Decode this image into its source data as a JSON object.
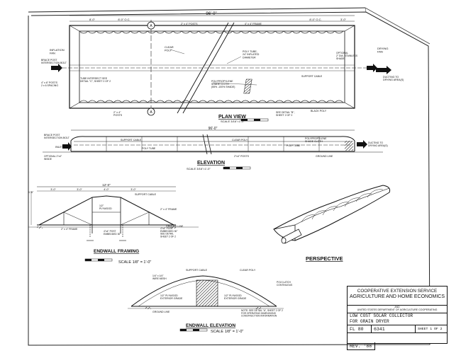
{
  "plan": {
    "overall_dim": "96'-0\"",
    "dim_a": "8'-0\"",
    "dim_b": "8'-0\" O.C.",
    "dim_c": "2\" x 4\" POSTS",
    "dim_d": "4\" x 4\" FRAME",
    "dim_e": "8'-0\" O.C.",
    "dim_f": "3'-0\"",
    "inflation_fan": "INFLATION\nFAN",
    "brace_post": "BRACE POST\nINTERSECTION BOLT",
    "frame_note": "4\" x 6\" POSTS\n2 x 6 SPACING",
    "clear_poly": "CLEAR\nPOLY",
    "poly_tube": "POLY TUBE,\n24\" INFLATED\nDIAMETER",
    "optional": "OPTIONAL\n2\" DIA. STAINLESS\nSHADE",
    "drying_fan": "DRYING\nFAN",
    "ducting": "DUCTING TO\nDRYING AREA(S)",
    "tube_note": "TUBE INTERSECT SEE\nDETAIL \"C\", SHEET 2 OF 2",
    "shade_cloth": "POLYPROPYLENE\nSHADE CLOTH\n(55% -100% SHADE)",
    "support_cable": "SUPPORT CABLE",
    "posts": "2\" x 4\"\nPOSTS",
    "see_detail": "SEE DETAIL \"B\",\nSHEET 2 OF 2",
    "black_poly": "BLACK POLY",
    "marker_a": "A",
    "marker_b": "A",
    "title": "PLAN VIEW",
    "scale": "SCALE  3/16\"=1'-0\""
  },
  "elevation": {
    "overall_dim": "96'-0\"",
    "brace_post": "BRACE POST\nINTERSECTION BOLT",
    "support_cable": "SUPPORT CABLE",
    "poly_tube": "POLY TUBE",
    "clear_poly": "CLEAR POLY",
    "poly_label": "POLY TUBE",
    "shade_cloth": "POLYPROPYLENE\nSHADE CLOTH",
    "inlet": "INLET",
    "ducting": "DUCTING TO\nDRYING AREA(S)",
    "optional": "OPTIONAL 2\"x4\"\nINSIDE",
    "ground_line": "GROUND LINE",
    "dim_a": "2\"x4\" POSTS",
    "title": "ELEVATION",
    "scale": "SCALE  3/16\"=1'-0\""
  },
  "endwall_framing": {
    "dim_top": "12'-0\"",
    "dim_a": "3'-0\"",
    "dim_b": "3'-0\"",
    "dim_c": "4'-0\"",
    "dim_d": "3'-0\"",
    "support_cable": "SUPPORT CABLE",
    "frame_a": "2\" x 4\" FRAME",
    "frame_b": "2\" x 4\" FRAME",
    "plywood": "1/2\"\nPLYWOOD",
    "post_a": "4\"x4\" POST\nEMBEDDED 30\"",
    "post_b": "4\"x4\" POST\nEMBEDDED 30\"\nSEE DETAIL\nSHEET 2 OF 2",
    "ground_line": "GROUND LINE",
    "dim_e": "1'-6\"",
    "title": "ENDWALL FRAMING",
    "scale": "SCALE  1/8\" = 1'-0\""
  },
  "perspective": {
    "title": "PERSPECTIVE"
  },
  "endwall_elevation": {
    "support_cable": "SUPPORT CABLE",
    "clear_poly": "CLEAR POLY",
    "wire_mesh": "1/4\" x 1/4\"\nWIRE MESH",
    "poly_latch": "POLY-LATCH\nCONTINUOUS",
    "plywood_a": "1/2\" PLYWOOD\nEXTERIOR GRADE",
    "plywood_b": "1/2\" PLYWOOD\nEXTERIOR GRADE",
    "ground_line": "GROUND LINE",
    "note": "NOTE: SEE DETAIL \"A\", SHEET 2 OF 2\nFOR OPERATING DIMENSIONS\nCONSTRUCTION INFORMATION",
    "title": "ENDWALL ELEVATION",
    "scale": "SCALE  1/8\" = 1'-0\""
  },
  "title_block": {
    "org_line1": "COOPERATIVE EXTENSION SERVICE",
    "org_line2": "AGRICULTURE AND HOME ECONOMICS",
    "and": "AND",
    "dept": "UNITED STATES DEPARTMENT OF AGRICULTURE COOPERATING",
    "title_line1": "LOW  COST  SOLAR  COLLECTOR",
    "title_line2": "FOR  GRAIN  DRYER",
    "code": "FL  80",
    "number": "6341",
    "sheet": "SHEET 1 OF 2",
    "revision": "REV. '88"
  }
}
